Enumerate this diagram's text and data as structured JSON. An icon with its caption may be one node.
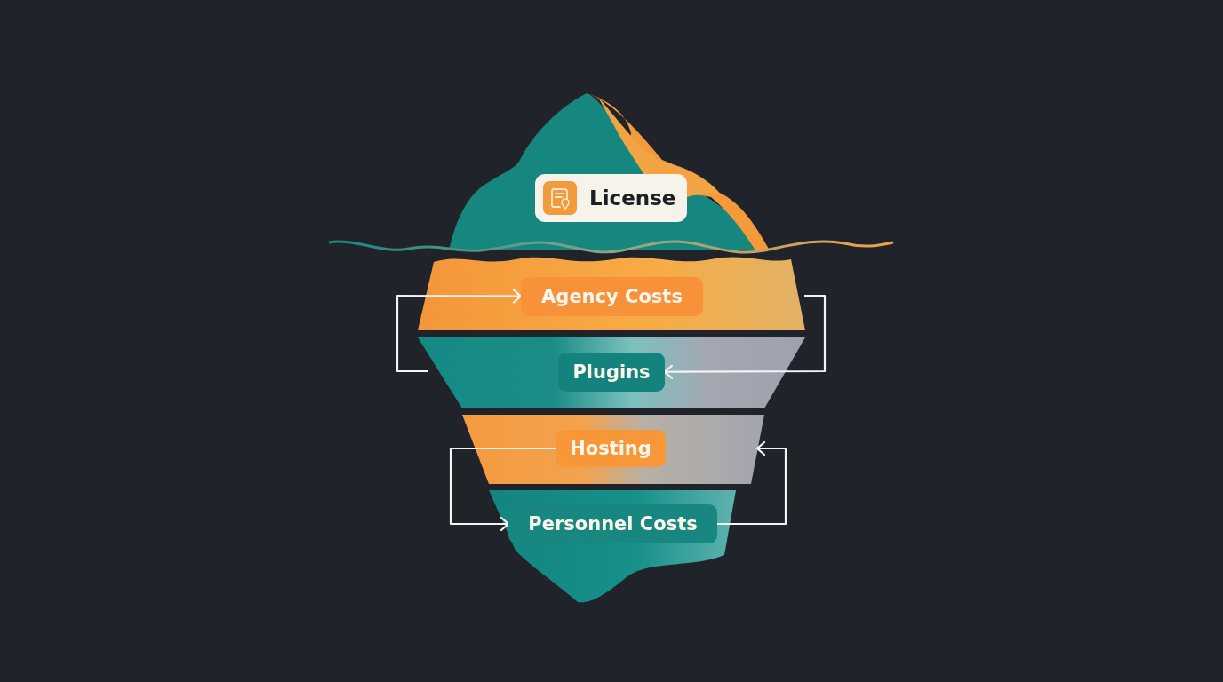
{
  "diagram": {
    "nodes": [
      {
        "text": [
          "License"
        ]
      },
      {
        "text": [
          "Agency Costs"
        ]
      },
      {
        "text": [
          "Plugins"
        ]
      },
      {
        "text": [
          "Hosting"
        ]
      },
      {
        "text": [
          "Personnel Costs"
        ]
      }
    ],
    "edges": [
      {
        "from": null,
        "to": 1,
        "arrow": "to"
      },
      {
        "from": null,
        "to": 2,
        "arrow": "to"
      },
      {
        "from": 3,
        "to": 4,
        "arrow": "to"
      },
      {
        "from": 4,
        "to": null,
        "arrow": "to"
      }
    ]
  }
}
